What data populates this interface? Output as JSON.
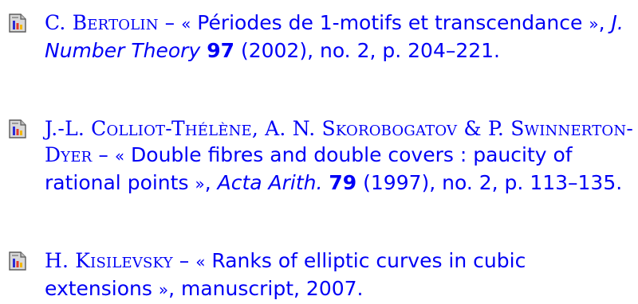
{
  "colors": {
    "text": "#0000f5",
    "icon_body": "#d9d9d9",
    "icon_border": "#5a5a5a",
    "icon_bar1": "#2b2bd6",
    "icon_bar2": "#e5392b",
    "icon_bar3": "#f2b705"
  },
  "icon": "bibliography-document-icon",
  "references": [
    {
      "author": "C. Bertolin",
      "dash": " – ",
      "open_quote": "«",
      "title": "Périodes de 1-motifs et transcendance",
      "close_quote": "»",
      "sep1": ", ",
      "journal": "J. Number Theory",
      "volume": "97",
      "rest": " (2002), no. 2, p. 204–221."
    },
    {
      "author": "J.-L. Colliot-Thélène, A. N. Skorobogatov & P. Swinnerton-Dyer",
      "dash": " – ",
      "open_quote": "«",
      "title": "Double fibres and double covers : paucity of rational points",
      "close_quote": "»",
      "sep1": ", ",
      "journal": "Acta Arith.",
      "volume": "79",
      "rest": " (1997), no. 2, p. 113–135."
    },
    {
      "author": "H. Kisilevsky",
      "dash": " – ",
      "open_quote": "«",
      "title": "Ranks of elliptic curves in cubic extensions",
      "close_quote": "»",
      "rest": ", manuscript, 2007."
    }
  ]
}
